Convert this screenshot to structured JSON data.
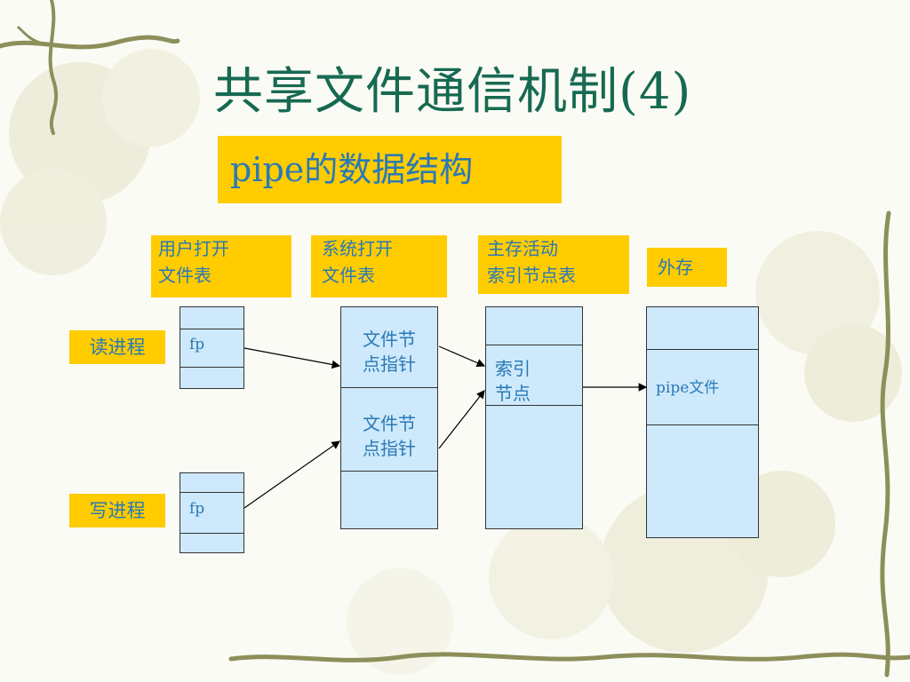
{
  "slide": {
    "title": "共享文件通信机制(4)",
    "subtitle": "pipe的数据结构"
  },
  "headers": {
    "user_table_l1": "用户打开",
    "user_table_l2": "文件表",
    "sys_table_l1": "系统打开",
    "sys_table_l2": "文件表",
    "inode_table_l1": "主存活动",
    "inode_table_l2": "索引节点表",
    "disk": "外存"
  },
  "processes": {
    "read": "读进程",
    "write": "写进程"
  },
  "cells": {
    "read_fp": "fp",
    "write_fp": "fp",
    "file_ptr1_l1": "文件节",
    "file_ptr1_l2": "点指针",
    "file_ptr2_l1": "文件节",
    "file_ptr2_l2": "点指针",
    "inode_l1": "索引",
    "inode_l2": "节点",
    "pipe_file": "pipe文件"
  },
  "colors": {
    "title": "#176a52",
    "label_bg": "#ffcc00",
    "label_text": "#2a79b5",
    "cell_bg": "#cde9fb"
  }
}
